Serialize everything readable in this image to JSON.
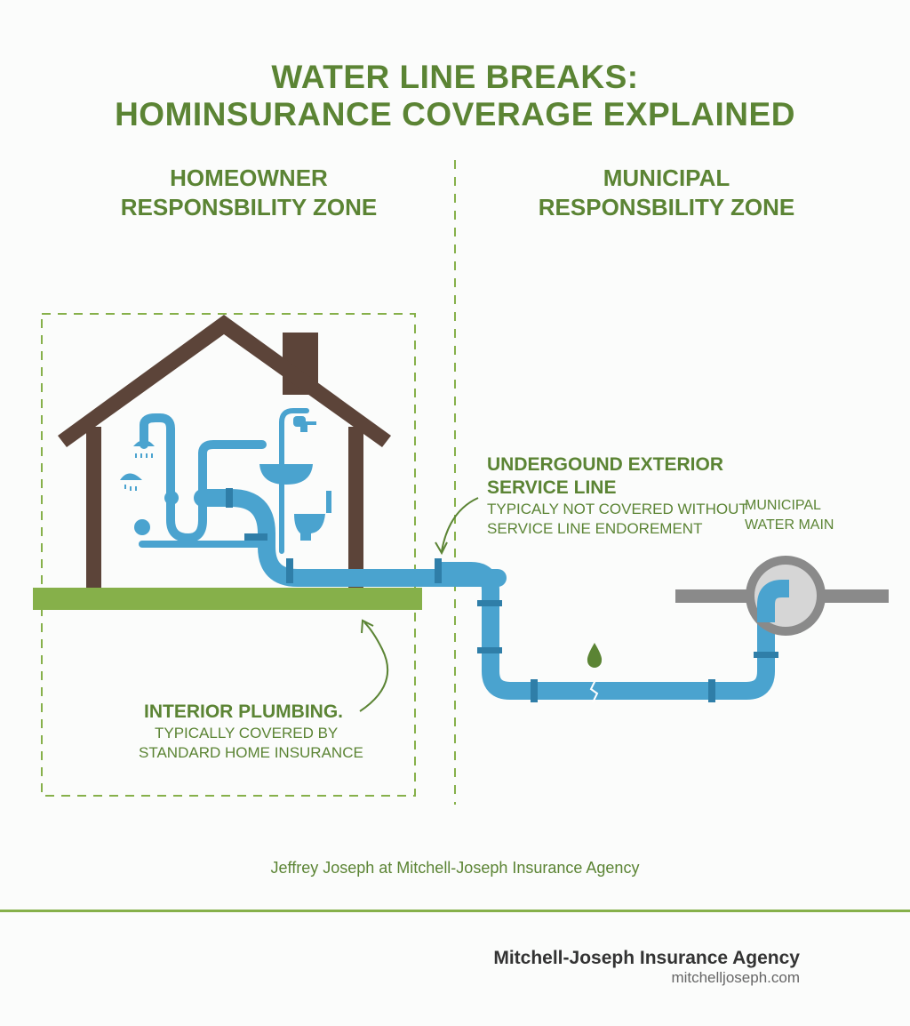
{
  "title": {
    "line1": "WATER LINE BREAKS:",
    "line2": "HOMINSURANCE COVERAGE EXPLAINED"
  },
  "zones": {
    "homeowner": {
      "line1": "HOMEOWNER",
      "line2": "RESPONSBILITY ZONE"
    },
    "municipal": {
      "line1": "MUNICIPAL",
      "line2": "RESPONSBILITY ZONE"
    }
  },
  "labels": {
    "service_line": {
      "title1": "UNDERGOUND EXTERIOR",
      "title2": "SERVICE LINE",
      "desc1": "TYPICALY NOT COVERED WITHOUT",
      "desc2": "SERVICE LINE ENDOREMENT"
    },
    "water_main": {
      "line1": "MUNICIPAL",
      "line2": "WATER MAIN"
    },
    "interior": {
      "title": "INTERIOR PLUMBING.",
      "desc1": "TYPICALLY COVERED BY",
      "desc2": "STANDARD HOME INSURANCE"
    }
  },
  "credit": "Jeffrey Joseph at Mitchell-Joseph Insurance Agency",
  "brand": {
    "name": "Mitchell-Joseph Insurance Agency",
    "url": "mitchelljoseph.com"
  },
  "colors": {
    "green": "#5b8434",
    "brown": "#5c4439",
    "pipe": "#4aa3cf",
    "joint": "#2f7ea8",
    "grass": "#86b04a",
    "main": "#8a8a8a"
  }
}
